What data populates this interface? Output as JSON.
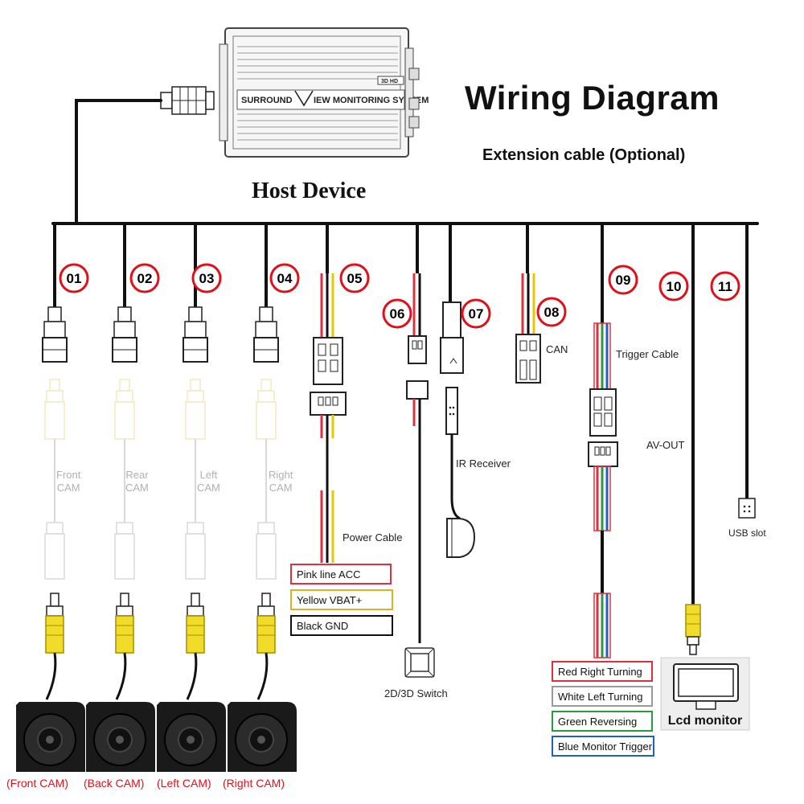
{
  "title": "Wiring Diagram",
  "subtitle": "Extension cable (Optional)",
  "host_label": "Host Device",
  "device": {
    "label_left": "SURROUND",
    "label_right": "IEW MONITORING SYSTEM",
    "badge": "3D HD"
  },
  "connectors": [
    {
      "num": "01"
    },
    {
      "num": "02"
    },
    {
      "num": "03"
    },
    {
      "num": "04"
    },
    {
      "num": "05"
    },
    {
      "num": "06"
    },
    {
      "num": "07"
    },
    {
      "num": "08"
    },
    {
      "num": "09"
    },
    {
      "num": "10"
    },
    {
      "num": "11"
    }
  ],
  "ghost_labels": [
    {
      "line1": "Front",
      "line2": "CAM"
    },
    {
      "line1": "Rear",
      "line2": "CAM"
    },
    {
      "line1": "Left",
      "line2": "CAM"
    },
    {
      "line1": "Right",
      "line2": "CAM"
    }
  ],
  "camera_labels": [
    "(Front CAM)",
    "(Back CAM)",
    "(Left CAM)",
    "(Right CAM)"
  ],
  "labels": {
    "power_cable": "Power Cable",
    "can": "CAN",
    "ir_receiver": "IR Receiver",
    "switch": "2D/3D Switch",
    "trigger_cable": "Trigger Cable",
    "av_out": "AV-OUT",
    "usb_slot": "USB slot",
    "lcd_monitor": "Lcd monitor"
  },
  "power_legend": [
    {
      "text": "Pink line ACC",
      "color": "#e03040"
    },
    {
      "text": "Yellow VBAT+",
      "color": "#e0b020"
    },
    {
      "text": "Black GND",
      "color": "#111111"
    }
  ],
  "trigger_legend": [
    {
      "text": "Red Right Turning",
      "color": "#e03040"
    },
    {
      "text": "White Left Turning",
      "color": "#999999"
    },
    {
      "text": "Green Reversing",
      "color": "#2a9a40"
    },
    {
      "text": "Blue Monitor Trigger",
      "color": "#2060c0"
    }
  ],
  "colors": {
    "red": "#e0101a",
    "yellow": "#e6c800",
    "green": "#2a9a40",
    "blue": "#2060c0",
    "wire": "#111111"
  }
}
